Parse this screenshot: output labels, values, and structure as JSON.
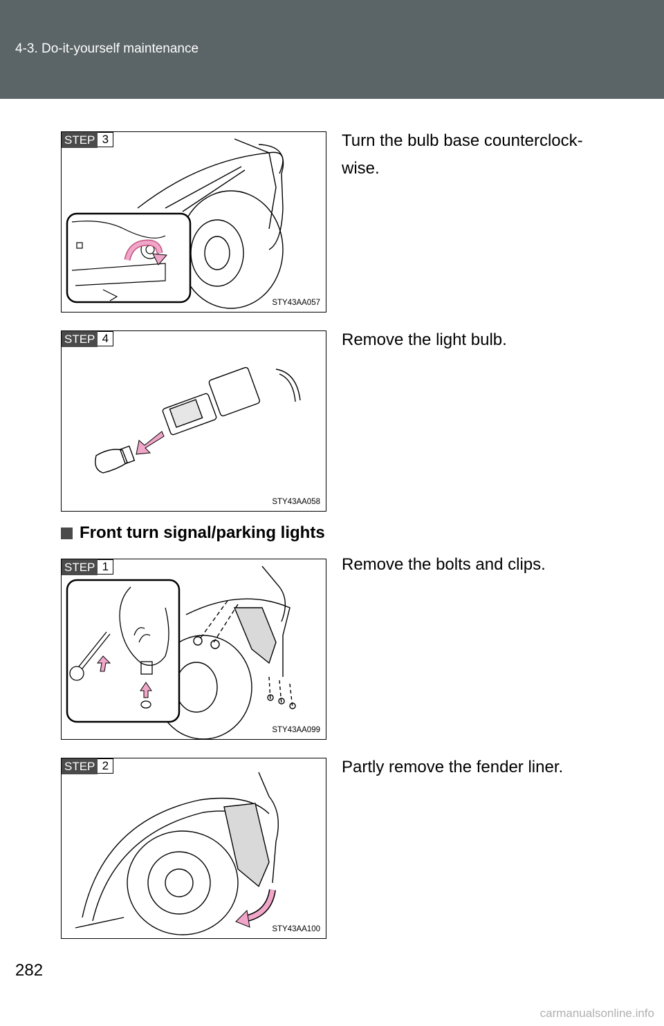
{
  "header": {
    "title": "4-3. Do-it-yourself maintenance"
  },
  "step_label": "STEP",
  "figures": [
    {
      "step": "3",
      "code": "STY43AA057",
      "text": "Turn the bulb base counterclock-wise.",
      "text_line1": "Turn the bulb base counterclock-",
      "text_line2": "wise."
    },
    {
      "step": "4",
      "code": "STY43AA058",
      "text_line1": "Remove the light bulb."
    },
    {
      "step": "1",
      "code": "STY43AA099",
      "text_line1": "Remove the bolts and clips."
    },
    {
      "step": "2",
      "code": "STY43AA100",
      "text_line1": "Partly remove the fender liner."
    }
  ],
  "section": {
    "title": "Front turn signal/parking lights"
  },
  "page_number": "282",
  "watermark": "carmanualsonline.info",
  "colors": {
    "header_bg": "#5b6466",
    "arrow_pink": "#f0a6c8",
    "badge_bg": "#4a4a4a"
  }
}
